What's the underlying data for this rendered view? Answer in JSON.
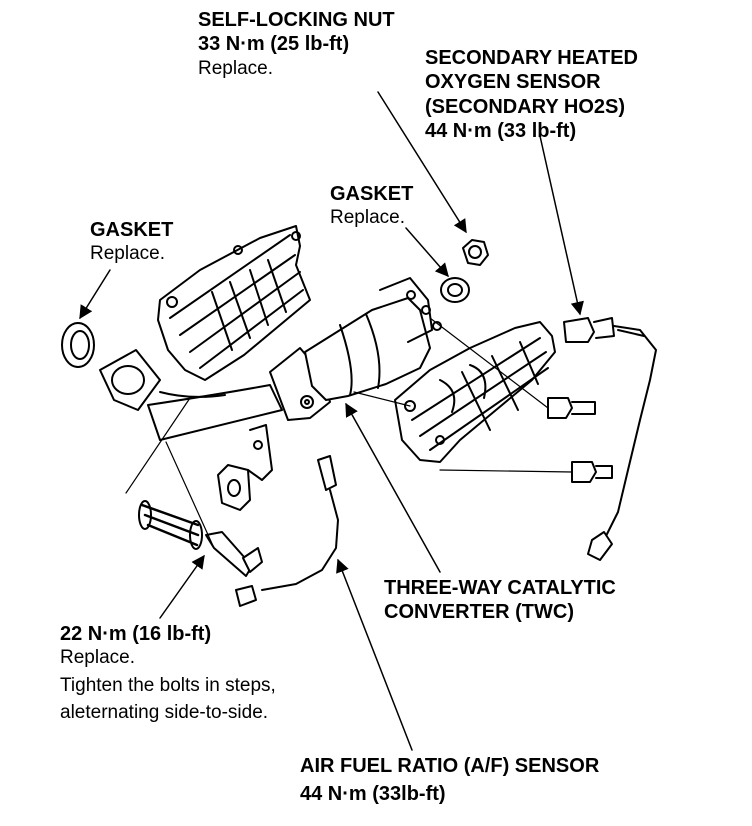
{
  "labels": {
    "self_locking_nut": {
      "title": "SELF-LOCKING NUT",
      "torque": "33 N·m (25 lb-ft)",
      "note": "Replace."
    },
    "secondary_ho2s": {
      "line1": "SECONDARY HEATED",
      "line2": "OXYGEN SENSOR",
      "line3": "(SECONDARY HO2S)",
      "torque": "44 N·m (33 lb-ft)"
    },
    "gasket_upper": {
      "title": "GASKET",
      "note": "Replace."
    },
    "gasket_left": {
      "title": "GASKET",
      "note": "Replace."
    },
    "twc": {
      "line1": "THREE-WAY CATALYTIC",
      "line2": "CONVERTER (TWC)"
    },
    "bolts": {
      "torque": "22 N·m (16 lb-ft)",
      "note": "Replace.",
      "instr1": "Tighten the bolts in steps,",
      "instr2": "aleternating side-to-side."
    },
    "af_sensor": {
      "title": "AIR FUEL RATIO (A/F) SENSOR",
      "torque": "44 N·m (33lb-ft)"
    }
  },
  "colors": {
    "ink": "#000000",
    "paper": "#ffffff",
    "shade": "#d9d9d9"
  }
}
